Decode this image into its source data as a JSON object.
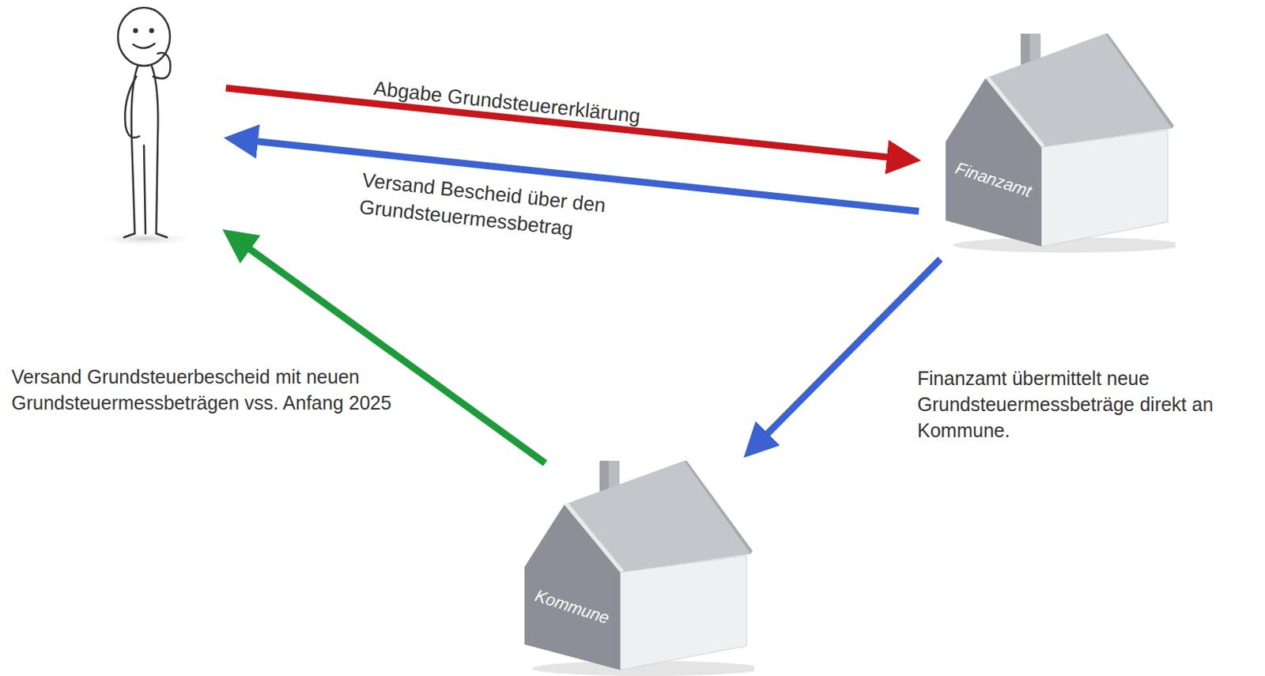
{
  "diagram": {
    "nodes": [
      {
        "text": [
          "Finanzamt"
        ]
      },
      {
        "text": [
          "Kommune"
        ]
      }
    ],
    "edges": [
      {
        "from": 0,
        "to": 1,
        "arrow": "to",
        "label": "Finanzamt übermittelt neue Grundsteuermessbeträge direkt an Kommune."
      }
    ],
    "labels": [
      "Abgabe Grundsteuererklärung",
      "Versand Bescheid über den Grundsteuermessbetrag",
      "Versand Grundsteuerbescheid mit neuen Grundsteuermessbeträgen vss. Anfang 2025"
    ]
  }
}
